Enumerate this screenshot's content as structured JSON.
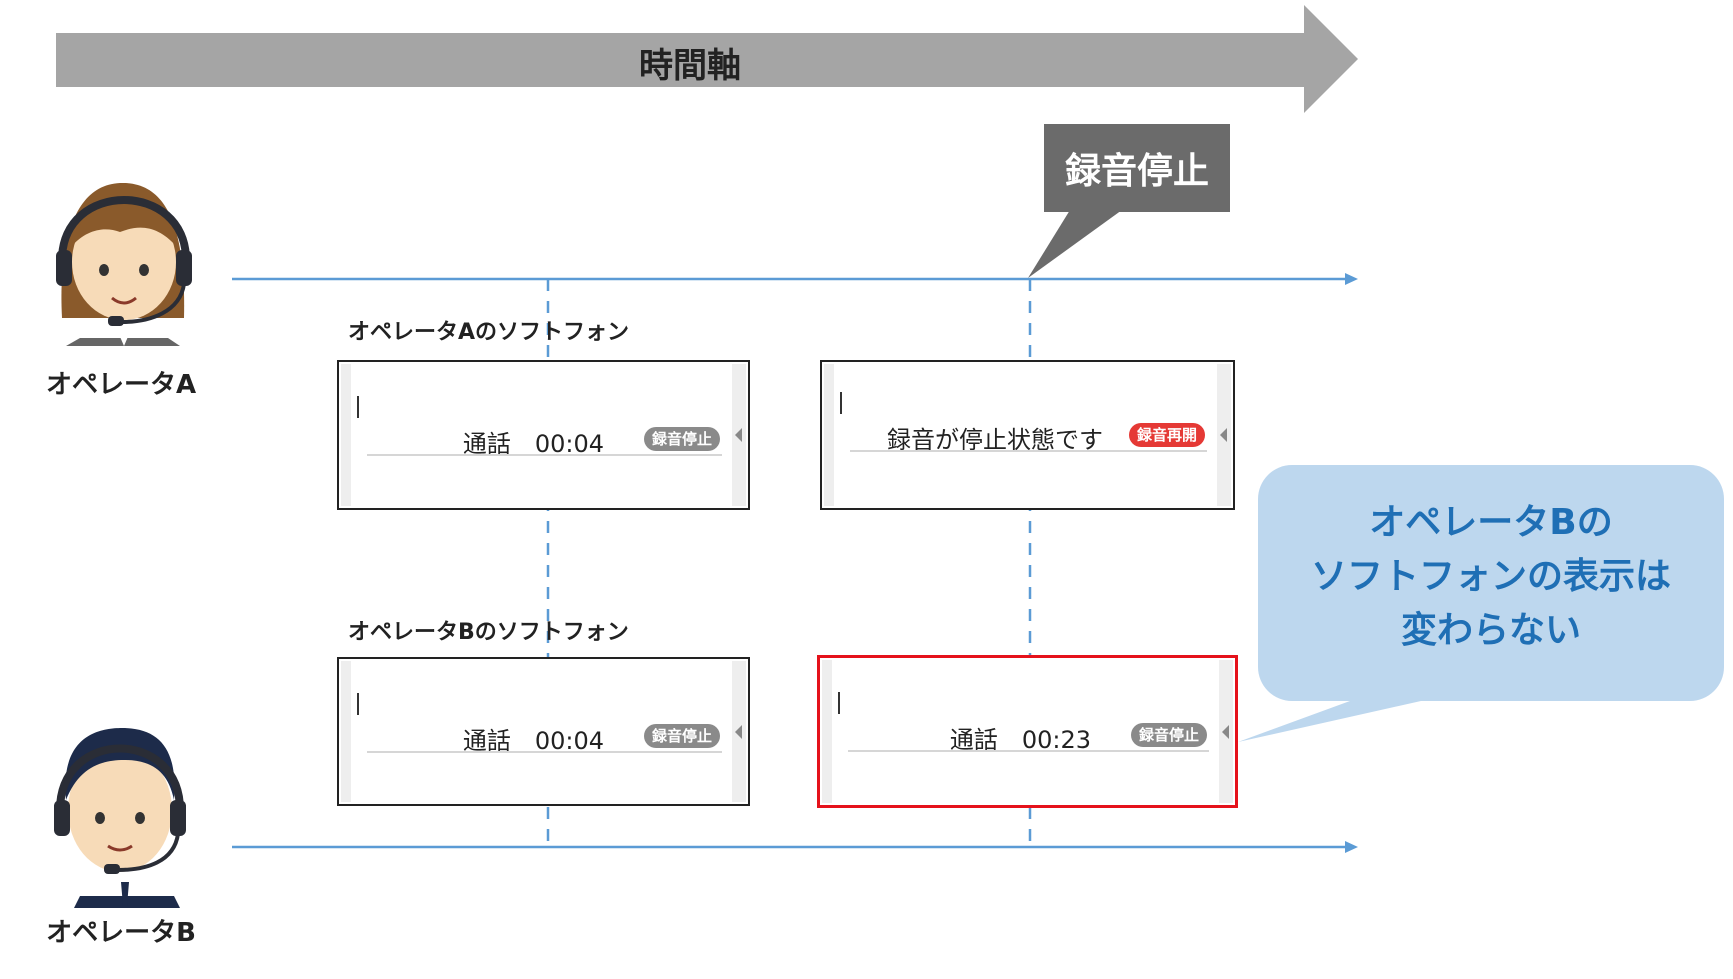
{
  "timeline": {
    "label": "時間軸"
  },
  "callout": {
    "label": "録音停止"
  },
  "operators": {
    "a_label": "オペレータA",
    "b_label": "オペレータB"
  },
  "phones": {
    "a_caption": "オペレータAのソフトフォン",
    "b_caption": "オペレータBのソフトフォン",
    "a_before": {
      "text": "通話　00:04",
      "badge": "録音停止"
    },
    "a_after": {
      "text": "録音が停止状態です",
      "badge": "録音再開"
    },
    "b_before": {
      "text": "通話　00:04",
      "badge": "録音停止"
    },
    "b_after": {
      "text": "通話　00:23",
      "badge": "録音停止"
    }
  },
  "note": {
    "line1": "オペレータBの",
    "line2": "ソフトフォンの表示は",
    "line3": "変わらない"
  },
  "colors": {
    "timeline_arrow": "#a5a5a5",
    "axis_line": "#5b9bd5",
    "callout_bg": "#6b6b6b",
    "highlight_border": "#e5121b",
    "bubble_bg": "#bdd7ee",
    "bubble_text": "#1f6fb5",
    "badge_red": "#e53935"
  }
}
